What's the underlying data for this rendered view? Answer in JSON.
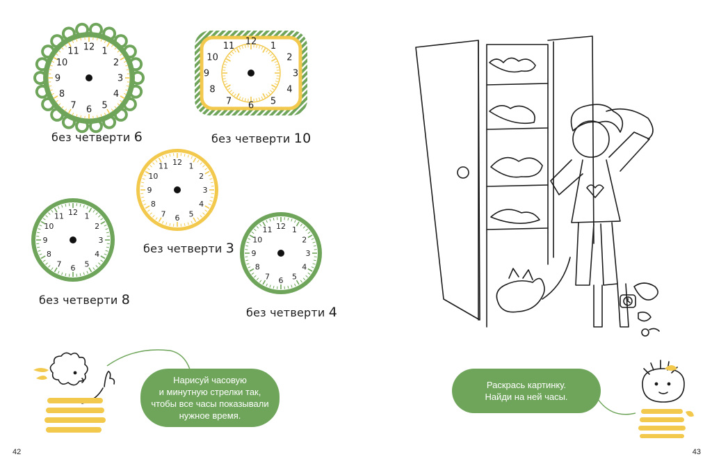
{
  "colors": {
    "green": "#6ea55a",
    "yellow": "#f2c94c",
    "ink": "#1a1a1a",
    "paper": "#ffffff"
  },
  "left_page": {
    "clocks": [
      {
        "caption_text": "без четверти",
        "caption_hour": "6",
        "frame": "scalloped-green",
        "numbers": [
          "12",
          "1",
          "2",
          "3",
          "4",
          "5",
          "6",
          "7",
          "8",
          "9",
          "10",
          "11"
        ]
      },
      {
        "caption_text": "без четверти",
        "caption_hour": "10",
        "frame": "striped-rect-yellow",
        "numbers": [
          "12",
          "1",
          "2",
          "3",
          "4",
          "5",
          "6",
          "7",
          "8",
          "9",
          "10",
          "11"
        ]
      },
      {
        "caption_text": "без четверти",
        "caption_hour": "3",
        "frame": "ring-yellow",
        "numbers": [
          "12",
          "1",
          "2",
          "3",
          "4",
          "5",
          "6",
          "7",
          "8",
          "9",
          "10",
          "11"
        ]
      },
      {
        "caption_text": "без четверти",
        "caption_hour": "8",
        "frame": "ring-green",
        "numbers": [
          "12",
          "1",
          "2",
          "3",
          "4",
          "5",
          "6",
          "7",
          "8",
          "9",
          "10",
          "11"
        ]
      },
      {
        "caption_text": "без четверти",
        "caption_hour": "4",
        "frame": "ring-green",
        "numbers": [
          "12",
          "1",
          "2",
          "3",
          "4",
          "5",
          "6",
          "7",
          "8",
          "9",
          "10",
          "11"
        ]
      }
    ],
    "instruction_lines": [
      "Нарисуй часовую",
      "и минутную стрелки так,",
      "чтобы все часы показывали",
      "нужное время."
    ],
    "page_number": "42"
  },
  "right_page": {
    "instruction_lines": [
      "Раскрась картинку.",
      "Найди на ней часы."
    ],
    "page_number": "43"
  }
}
